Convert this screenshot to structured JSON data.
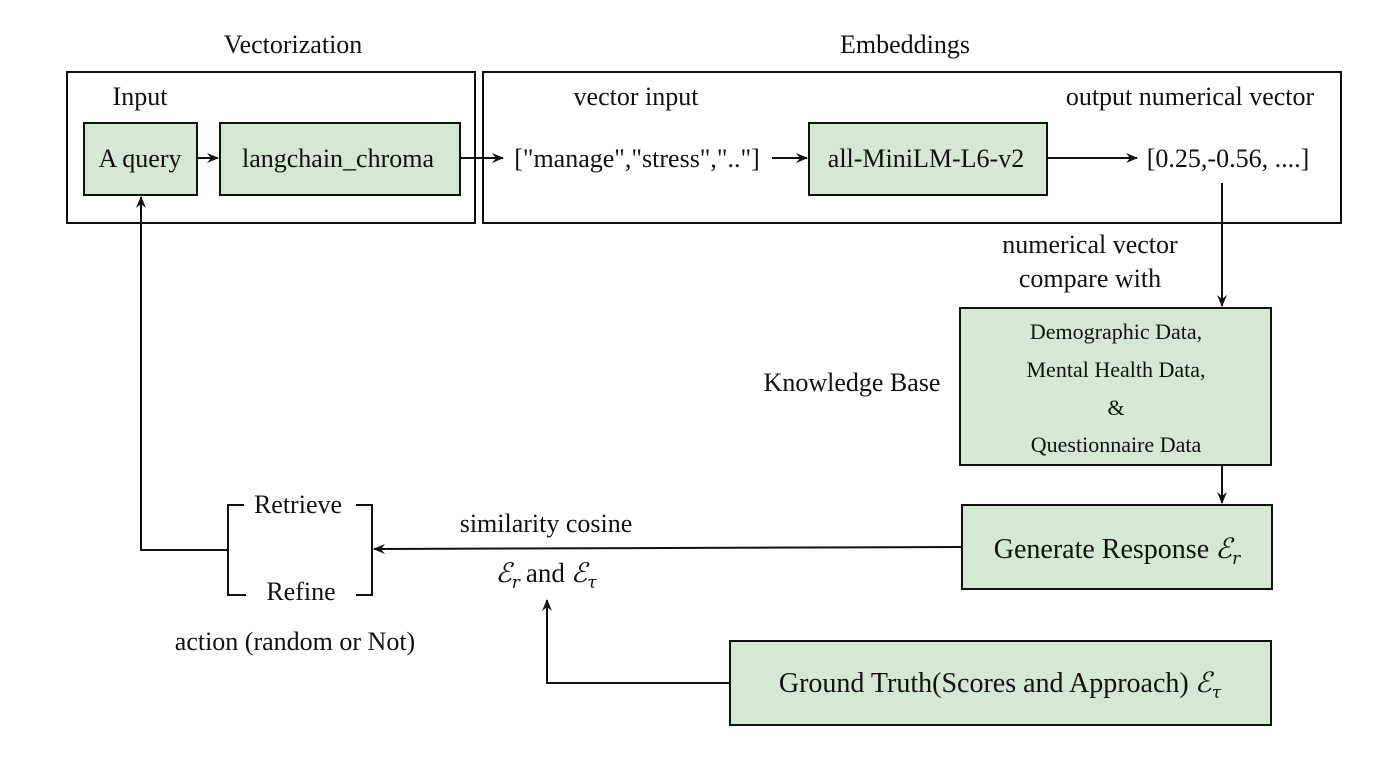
{
  "colors": {
    "node_fill": "#d5e8d4",
    "stroke": "#111111",
    "background": "#ffffff"
  },
  "sections": {
    "vectorization": "Vectorization",
    "embeddings": "Embeddings"
  },
  "labels": {
    "input": "Input",
    "vector_input": "vector input",
    "output_vector": "output numerical vector",
    "compare_line1": "numerical vector",
    "compare_line2": "compare with",
    "knowledge_base": "Knowledge Base",
    "similarity": "similarity cosine",
    "action": "action (random or Not)"
  },
  "nodes": {
    "query": "A query",
    "langchain": "langchain_chroma",
    "tokens": "[\"manage\",\"stress\",\"..\"]",
    "model": "all-MiniLM-L6-v2",
    "vector": "[0.25,-0.56, ....]",
    "kb_lines": [
      "Demographic Data,",
      "Mental Health Data,",
      "&",
      "Questionnaire Data"
    ],
    "generate": "Generate Response",
    "ground_truth": "Ground Truth(Scores and Approach)",
    "retrieve": "Retrieve",
    "refine": "Refine"
  },
  "math": {
    "epsilon": "ℰ",
    "sub_r": "r",
    "sub_tau": "τ",
    "and_word": "and"
  }
}
